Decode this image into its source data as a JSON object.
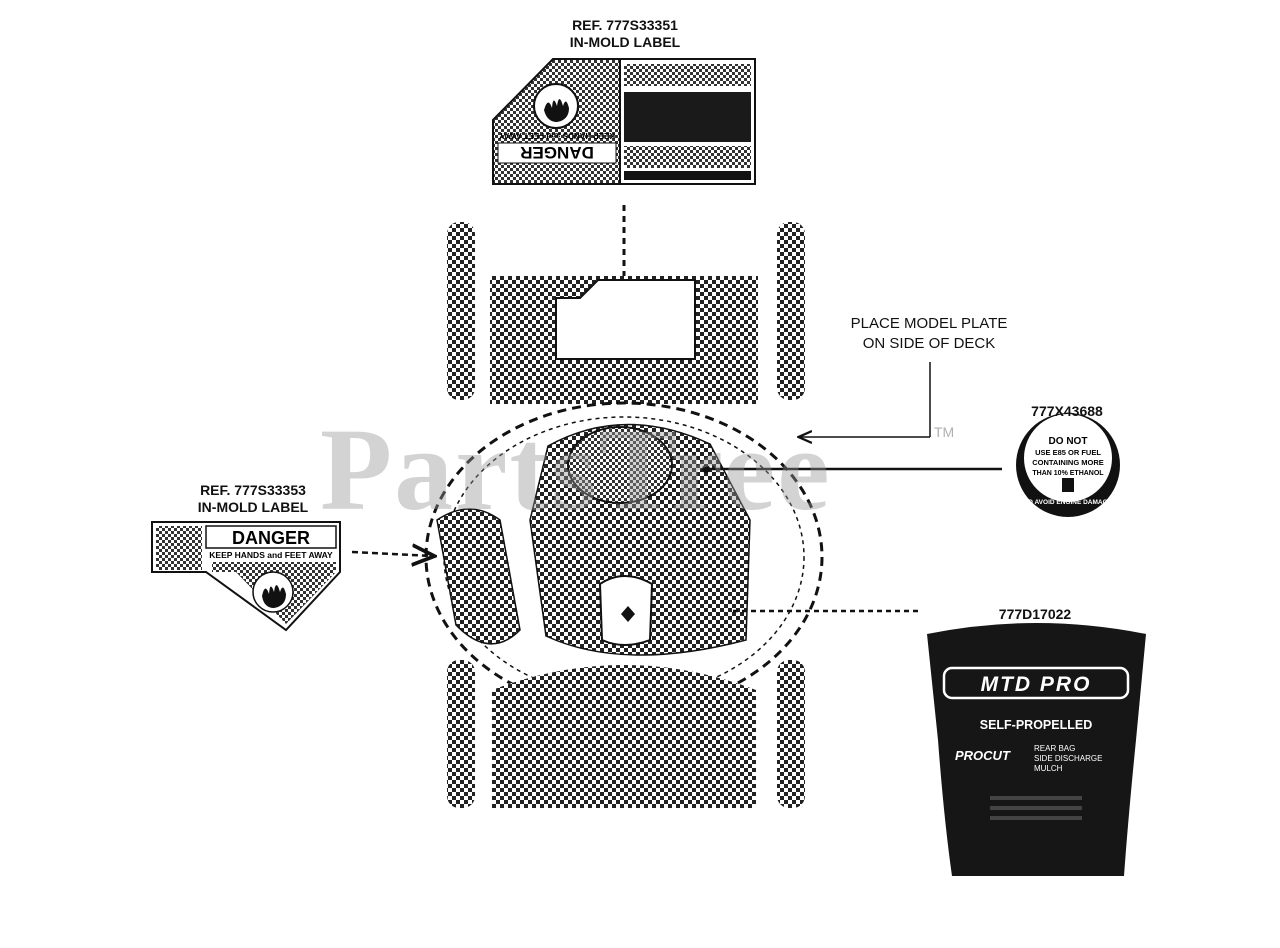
{
  "callouts": {
    "top_ref": "REF. 777S33351",
    "top_sub": "IN-MOLD LABEL",
    "left_ref": "REF. 777S33353",
    "left_sub": "IN-MOLD LABEL",
    "model_plate_line1": "PLACE MODEL PLATE",
    "model_plate_line2": "ON SIDE OF DECK",
    "fuel_part": "777X43688",
    "hood_part": "777D17022"
  },
  "watermark": {
    "text": "PartsTree",
    "tm": "TM"
  },
  "danger_label_top": {
    "title": "DANGER",
    "subtitle": "KEEP HANDS and FEET AWAY"
  },
  "danger_label_left": {
    "title": "DANGER",
    "subtitle": "KEEP HANDS and FEET AWAY"
  },
  "fuel_label": {
    "line1": "DO NOT",
    "line2": "USE E85 OR FUEL",
    "line3": "CONTAINING MORE",
    "line4": "THAN 10% ETHANOL",
    "ring": "TO AVOID ENGINE DAMAGE"
  },
  "hood_decal": {
    "brand": "MTD PRO",
    "tagline": "SELF-PROPELLED",
    "procut": "PROCUT",
    "feature1": "REAR BAG",
    "feature2": "SIDE DISCHARGE",
    "feature3": "MULCH"
  },
  "colors": {
    "line": "#111111",
    "watermark": "#969696",
    "decal_bg": "#161616"
  }
}
